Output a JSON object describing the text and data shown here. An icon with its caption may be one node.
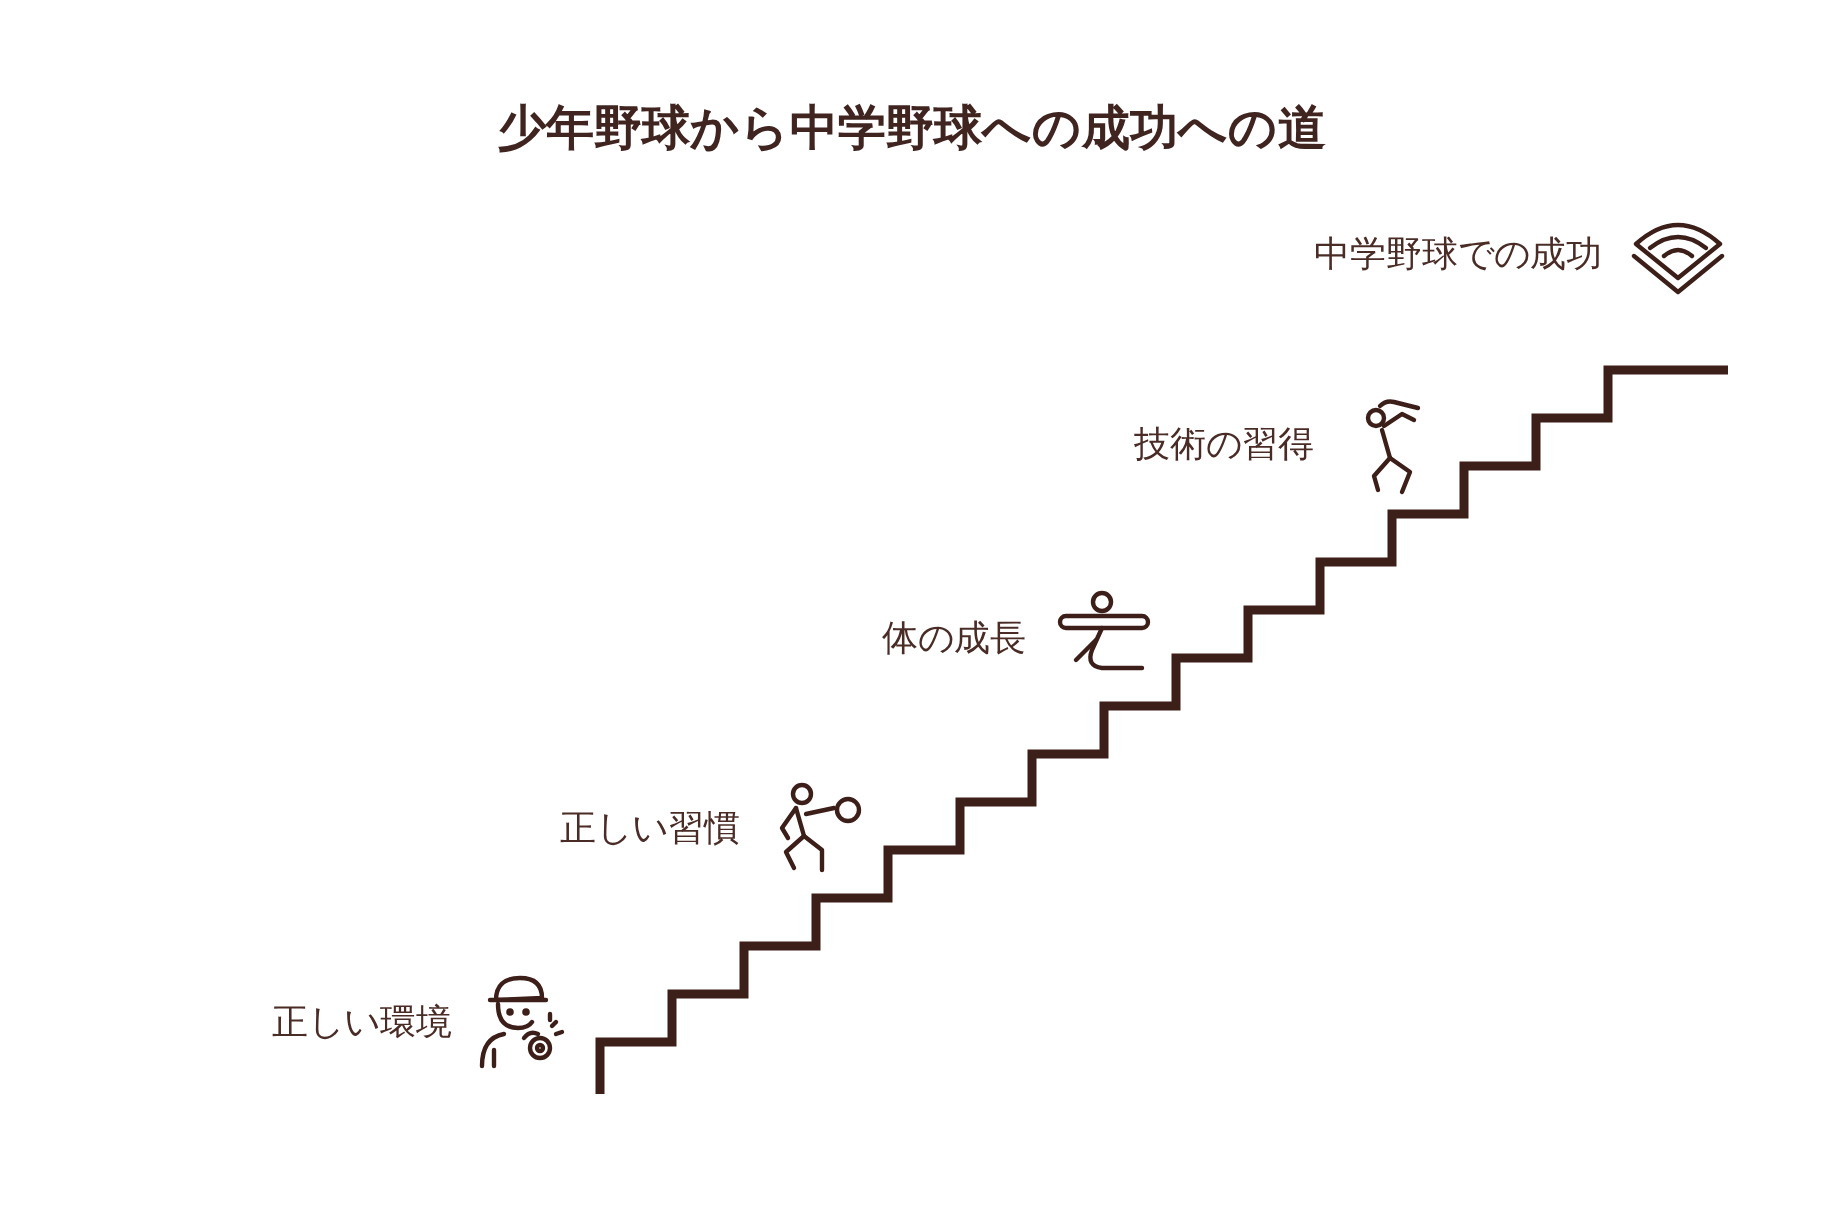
{
  "diagram": {
    "title": "少年野球から中学野球への成功への道",
    "labels": [
      "中学野球での成功",
      "技術の習得",
      "体の成長",
      "正しい習慣",
      "正しい環境"
    ]
  }
}
